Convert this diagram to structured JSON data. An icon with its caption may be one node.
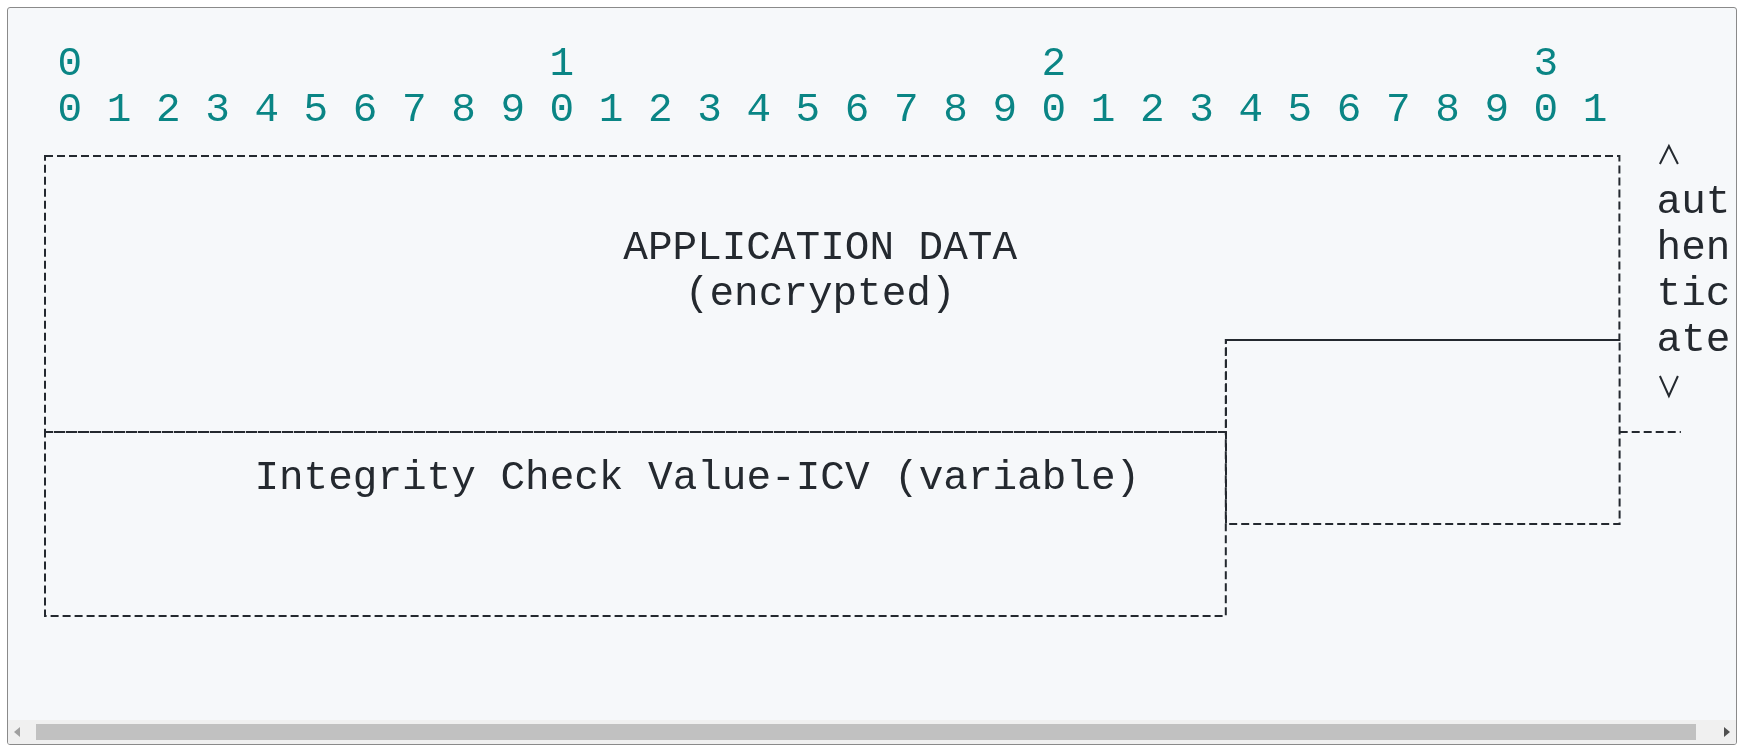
{
  "diagram": {
    "nodes": [
      {
        "text": [
          "APPLICATION DATA (encrypted)"
        ]
      },
      {
        "text": [
          "Integrity Check Value-ICV (variable)"
        ]
      },
      {
        "text": [],
        "shape": "box"
      }
    ],
    "edges": [],
    "labels": [
      "0",
      "1",
      "2",
      "3",
      "0",
      "1",
      "2",
      "3",
      "4",
      "5",
      "6",
      "7",
      "8",
      "9",
      "0",
      "1",
      "2",
      "3",
      "4",
      "5",
      "6",
      "7",
      "8",
      "9",
      "0",
      "1",
      "2",
      "3",
      "4",
      "5",
      "6",
      "7",
      "8",
      "9",
      "0",
      "1",
      "aut hen tic ate"
    ]
  }
}
